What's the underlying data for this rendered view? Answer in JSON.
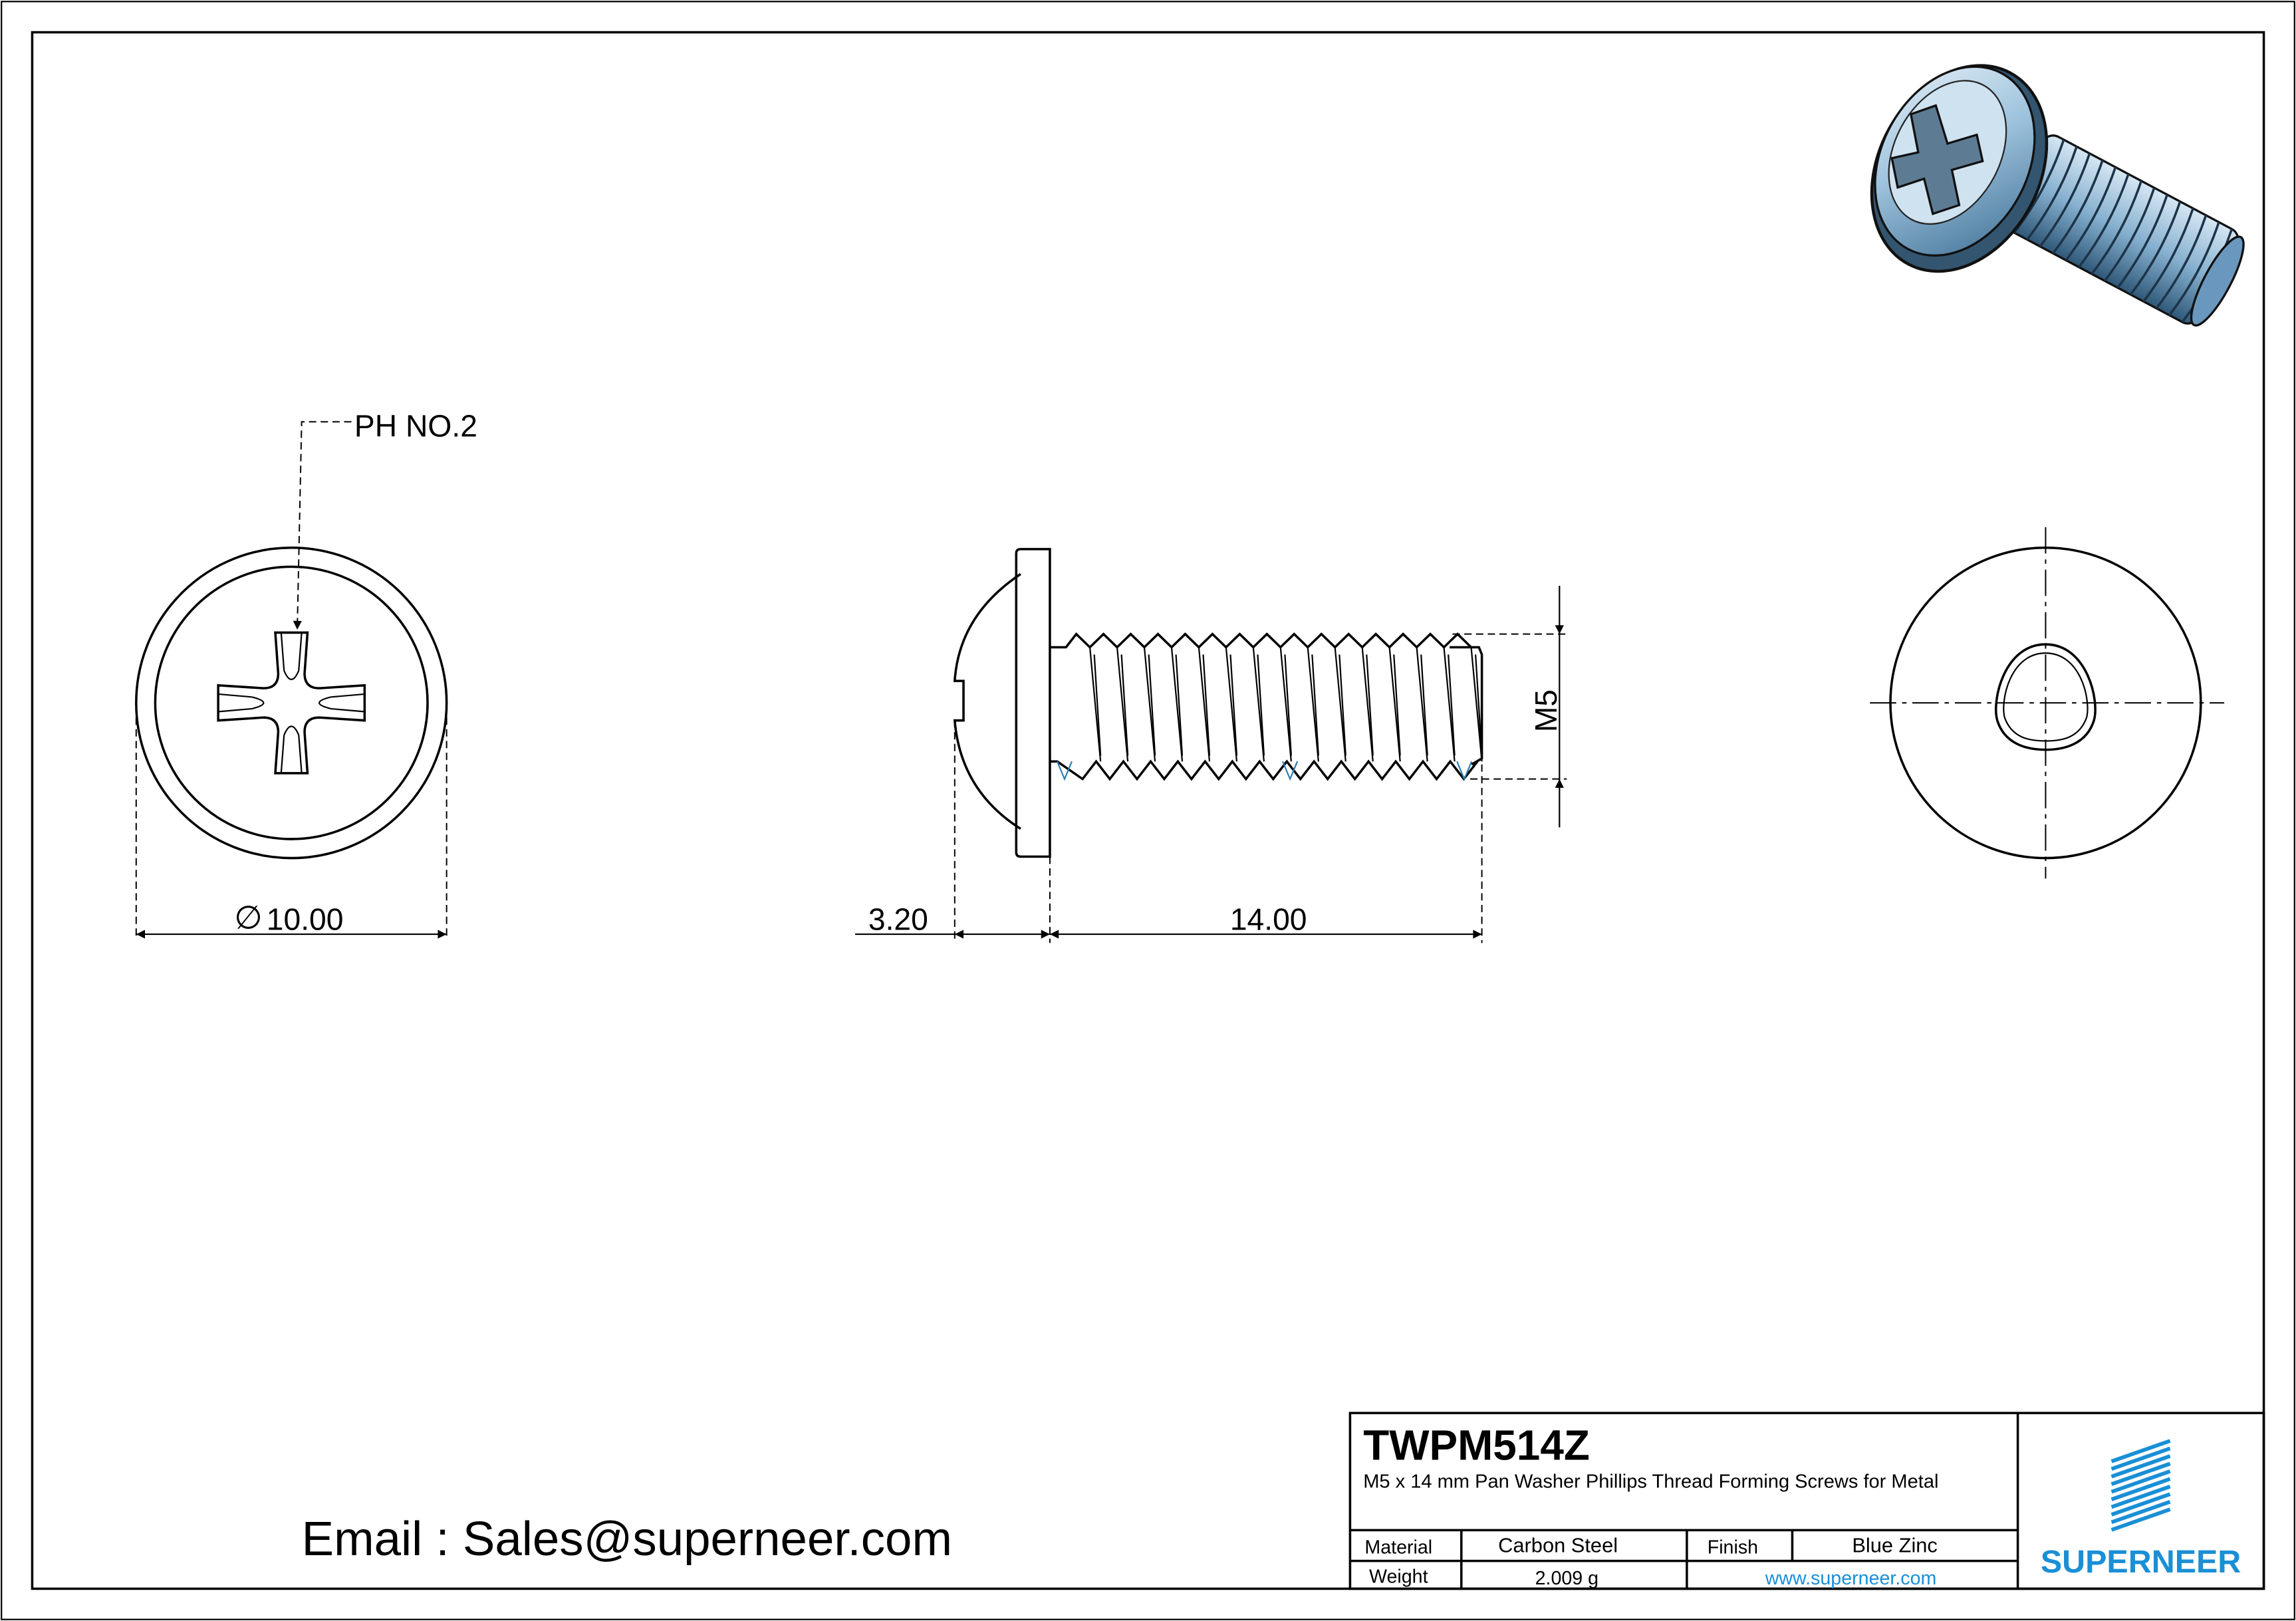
{
  "drawing": {
    "callout_drive": "PH NO.2",
    "dim_diameter": "10.00",
    "diameter_symbol": "∅",
    "dim_head_height": "3.20",
    "dim_length": "14.00",
    "dim_thread": "M5"
  },
  "contact": {
    "email_text": "Email : Sales@superneer.com"
  },
  "title_block": {
    "part_number": "TWPM514Z",
    "description": "M5 x 14 mm Pan Washer Phillips Thread Forming Screws for Metal",
    "material_label": "Material",
    "material_value": "Carbon Steel",
    "finish_label": "Finish",
    "finish_value": "Blue Zinc",
    "weight_label": "Weight",
    "weight_value": "2.009 g",
    "website": "www.superneer.com",
    "logo_text": "SUPERNEER"
  },
  "colors": {
    "brand_blue": "#1a8fd6",
    "line": "#000000",
    "zinc_blue": "#9ec3dd"
  }
}
